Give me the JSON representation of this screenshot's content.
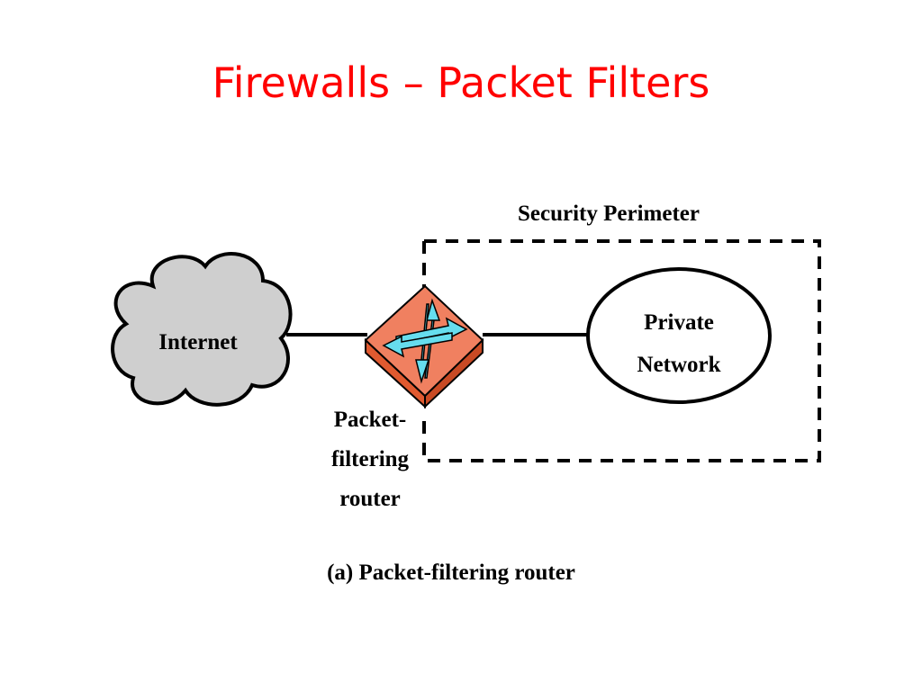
{
  "slide": {
    "title": "Firewalls – Packet Filters",
    "title_color": "#ff0000"
  },
  "diagram": {
    "perimeter_label": "Security Perimeter",
    "internet_label": "Internet",
    "private_network_label": [
      "Private",
      "Network"
    ],
    "router_label": [
      "Packet-",
      "filtering",
      "router"
    ],
    "caption": "(a) Packet-filtering router",
    "colors": {
      "cloud_fill": "#cfcfcf",
      "router_top": "#f08060",
      "router_side": "#e05a30",
      "router_arrows": "#66ddee",
      "line": "#000000"
    },
    "icons": {
      "internet": "cloud-icon",
      "router": "router-icon",
      "private_network": "ellipse-node"
    }
  }
}
